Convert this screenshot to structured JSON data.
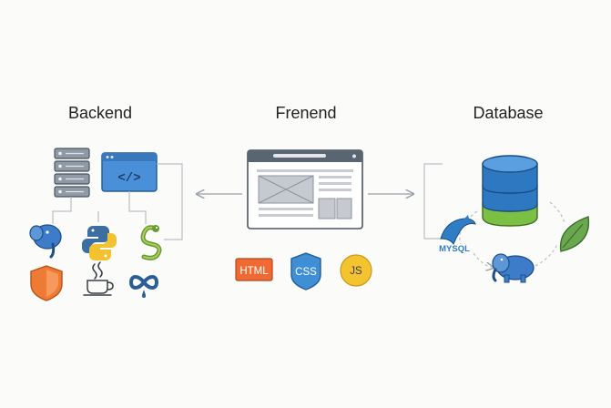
{
  "columns": {
    "backend": {
      "title": "Backend"
    },
    "frontend": {
      "title": "Frenend"
    },
    "database": {
      "title": "Database"
    }
  },
  "badges": {
    "html": "HTML",
    "css": "CSS",
    "js": "JS",
    "mysql": "MYSQL"
  },
  "code_glyph": "</>",
  "colors": {
    "server": "#8f9aa6",
    "code_window": "#4a90d9",
    "html_badge": "#ef6a32",
    "css_badge": "#3f8fd6",
    "js_badge": "#f4c430",
    "db_blue": "#2e78c2",
    "db_green": "#7cbf45",
    "leaf_green": "#6aa84f",
    "shield_orange": "#ef7a33",
    "elephant_blue": "#3d7cc9",
    "line_gray": "#b9bec5"
  },
  "icons": {
    "backend": [
      "server-rack-icon",
      "code-window-icon",
      "postgresql-elephant-icon",
      "python-icon",
      "snake-icon",
      "shield-icon",
      "java-cup-icon",
      "infinity-icon"
    ],
    "frontend": [
      "browser-wireframe-icon",
      "html-badge-icon",
      "css-shield-icon",
      "js-circle-icon"
    ],
    "database": [
      "database-cylinder-icon",
      "mysql-dolphin-icon",
      "elephant-icon",
      "leaf-icon"
    ]
  }
}
